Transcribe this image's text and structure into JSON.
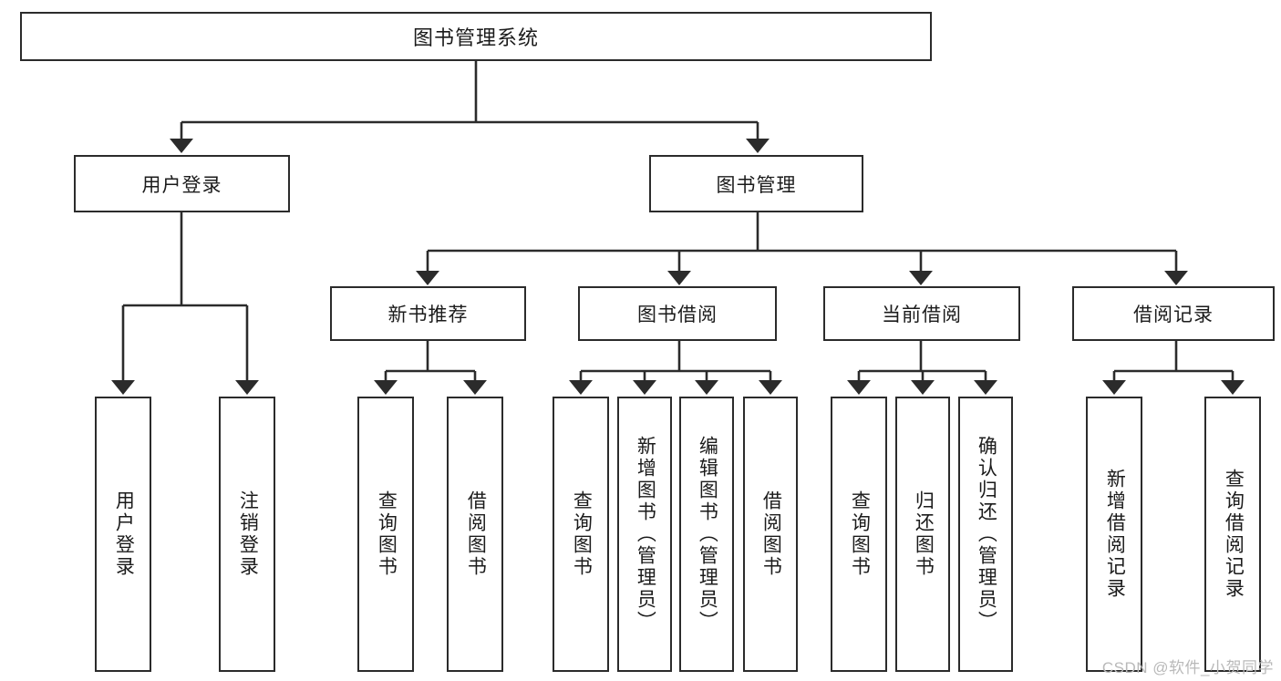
{
  "diagram": {
    "type": "tree-hierarchy",
    "title": "图书管理系统",
    "watermark": "CSDN @软件_小贺同学",
    "colors": {
      "box_border": "#2b2b2b",
      "box_fill": "#ffffff",
      "connector": "#2b2b2b",
      "text": "#1b1b1b",
      "watermark": "#b9b9b9",
      "background": "#ffffff"
    },
    "nodes": {
      "root": {
        "label": "图书管理系统"
      },
      "level2": [
        {
          "label": "用户登录"
        },
        {
          "label": "图书管理"
        }
      ],
      "level3": [
        {
          "label": "新书推荐"
        },
        {
          "label": "图书借阅"
        },
        {
          "label": "当前借阅"
        },
        {
          "label": "借阅记录"
        }
      ],
      "leaves": {
        "user_login": [
          {
            "label": "用户登录"
          },
          {
            "label": "注销登录"
          }
        ],
        "new_book_recommend": [
          {
            "label": "查询图书"
          },
          {
            "label": "借阅图书"
          }
        ],
        "book_borrow": [
          {
            "label": "查询图书"
          },
          {
            "label": "新增图书（管理员）"
          },
          {
            "label": "编辑图书（管理员）"
          },
          {
            "label": "借阅图书"
          }
        ],
        "current_borrow": [
          {
            "label": "查询图书"
          },
          {
            "label": "归还图书"
          },
          {
            "label": "确认归还（管理员）"
          }
        ],
        "borrow_record": [
          {
            "label": "新增借阅记录"
          },
          {
            "label": "查询借阅记录"
          }
        ]
      }
    }
  }
}
